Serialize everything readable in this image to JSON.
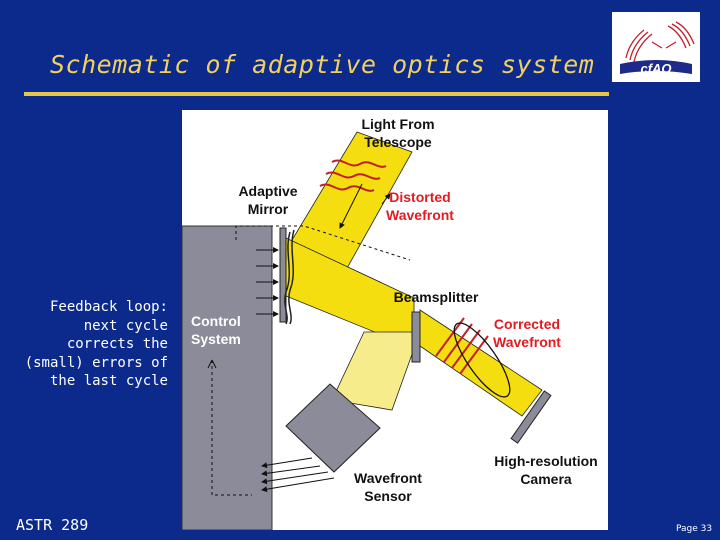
{
  "slide": {
    "title": "Schematic of adaptive optics system",
    "course_label": "ASTR 289",
    "page_label": "Page 33",
    "side_note_lines": [
      "Feedback loop:",
      "next cycle",
      "corrects the",
      "(small) errors of",
      "the last cycle"
    ]
  },
  "logo": {
    "text": "cfAO",
    "icon": "cfao-logo-icon"
  },
  "diagram": {
    "labels": {
      "light_from_telescope_1": "Light From",
      "light_from_telescope_2": "Telescope",
      "adaptive_mirror_1": "Adaptive",
      "adaptive_mirror_2": "Mirror",
      "distorted_wavefront_1": "Distorted",
      "distorted_wavefront_2": "Wavefront",
      "beamsplitter": "Beamsplitter",
      "corrected_wavefront_1": "Corrected",
      "corrected_wavefront_2": "Wavefront",
      "control_system_1": "Control",
      "control_system_2": "System",
      "high_res_camera_1": "High-resolution",
      "high_res_camera_2": "Camera",
      "wavefront_sensor_1": "Wavefront",
      "wavefront_sensor_2": "Sensor"
    },
    "colors": {
      "beam": "#f5de0f",
      "beam_light": "#f7ec8c",
      "control_box": "#8b8b99",
      "red_label": "#e31b23",
      "text": "#111111"
    }
  }
}
